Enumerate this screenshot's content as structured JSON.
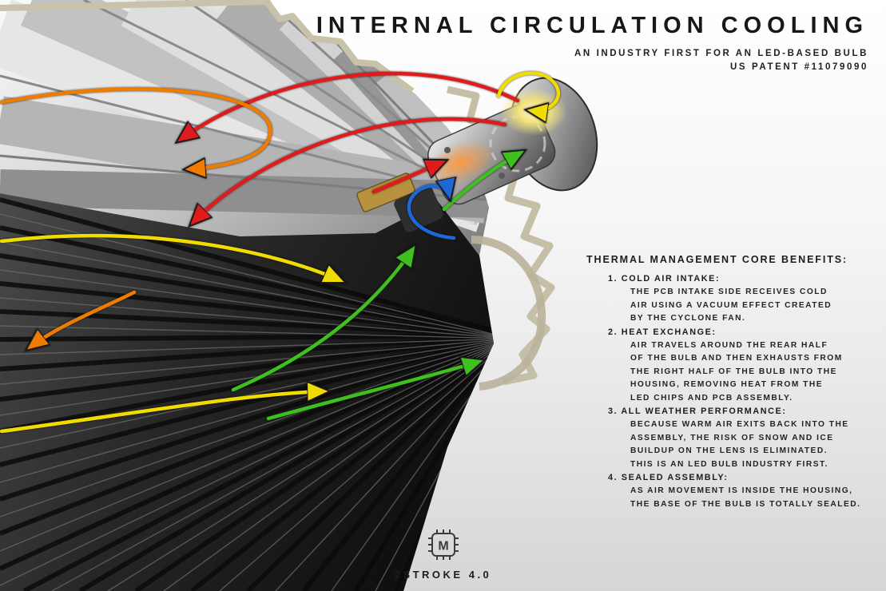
{
  "header": {
    "title": "INTERNAL CIRCULATION COOLING",
    "subtitle_line1": "AN INDUSTRY FIRST FOR AN LED-BASED BULB",
    "subtitle_line2": "US PATENT #11079090"
  },
  "benefits": {
    "heading": "THERMAL MANAGEMENT CORE BENEFITS:",
    "items": [
      {
        "label": "1. COLD AIR INTAKE:",
        "lines": [
          "THE PCB INTAKE SIDE RECEIVES COLD",
          "AIR USING A VACUUM EFFECT CREATED",
          "BY THE CYCLONE FAN."
        ]
      },
      {
        "label": "2. HEAT EXCHANGE:",
        "lines": [
          "AIR TRAVELS AROUND THE REAR HALF",
          "OF THE BULB AND THEN EXHAUSTS FROM",
          "THE RIGHT HALF OF THE BULB INTO THE",
          "HOUSING, REMOVING HEAT FROM THE",
          "LED CHIPS AND PCB ASSEMBLY."
        ]
      },
      {
        "label": "3. ALL WEATHER PERFORMANCE:",
        "lines": [
          "BECAUSE WARM AIR EXITS BACK INTO THE",
          "ASSEMBLY, THE RISK OF SNOW AND ICE",
          "BUILDUP ON THE LENS IS ELIMINATED.",
          "THIS IS AN LED BULB INDUSTRY FIRST."
        ]
      },
      {
        "label": "4. SEALED ASSEMBLY:",
        "lines": [
          "AS AIR MOVEMENT IS INSIDE THE HOUSING,",
          "THE BASE OF THE BULB IS TOTALLY SEALED."
        ]
      }
    ]
  },
  "footer": {
    "logo_letter": "M",
    "brand": "2STROKE 4.0"
  },
  "diagram": {
    "colors": {
      "red": "#e11b1c",
      "orange": "#ef7c00",
      "yellow": "#f0dc00",
      "green": "#3ec11e",
      "blue": "#1d67d6"
    }
  }
}
